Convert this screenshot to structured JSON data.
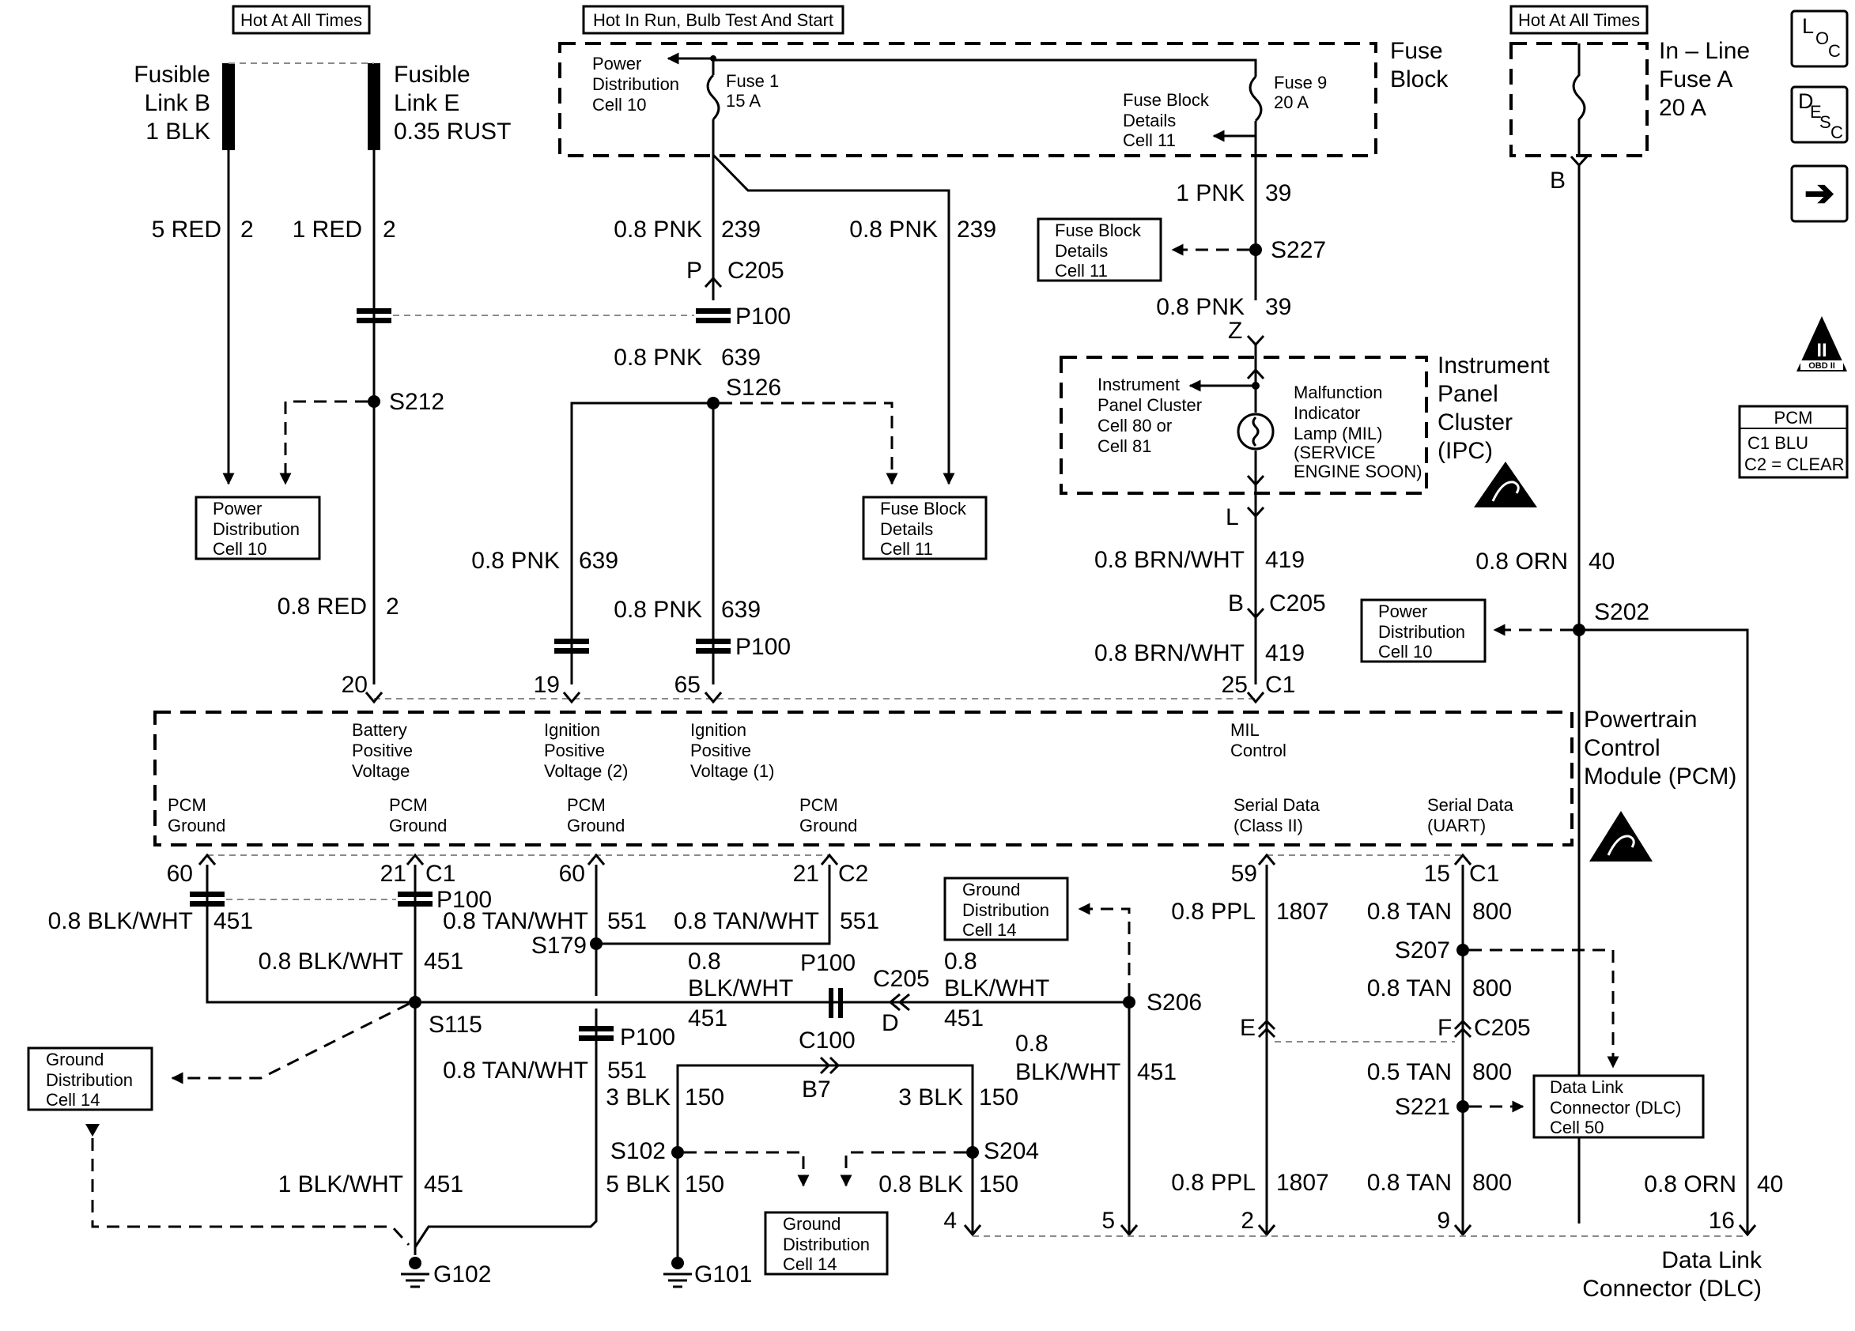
{
  "hot_labels": {
    "always_left": "Hot At All Times",
    "run": "Hot In Run, Bulb Test And Start",
    "always_right": "Hot At All Times"
  },
  "fusible": {
    "b": [
      "Fusible",
      "Link B",
      "1 BLK"
    ],
    "e": [
      "Fusible",
      "Link E",
      "0.35 RUST"
    ]
  },
  "fuse_block": {
    "title": [
      "Fuse",
      "Block"
    ],
    "pd": [
      "Power",
      "Distribution",
      "Cell 10"
    ],
    "fuse1": [
      "Fuse 1",
      "15 A"
    ],
    "fuse9": [
      "Fuse 9",
      "20 A"
    ],
    "fbd": [
      "Fuse Block",
      "Details",
      "Cell 11"
    ]
  },
  "inline_fuse": [
    "In – Line",
    "Fuse A",
    "20 A"
  ],
  "side_icons": {
    "loc": [
      "L",
      "O",
      "C"
    ],
    "desc": [
      "D",
      "E",
      "S",
      "C"
    ],
    "next": "➔",
    "obd": [
      "II",
      "OBD II"
    ]
  },
  "pcm_legend": {
    "title": "PCM",
    "c1": "C1   BLU",
    "c2": "C2 = CLEAR"
  },
  "ref_boxes": {
    "pd10_left": [
      "Power",
      "Distribution",
      "Cell 10"
    ],
    "fbd11_mid": [
      "Fuse Block",
      "Details",
      "Cell 11"
    ],
    "fbd11_right": [
      "Fuse Block",
      "Details",
      "Cell 11"
    ],
    "pd10_right": [
      "Power",
      "Distribution",
      "Cell 10"
    ],
    "gd14_mid": [
      "Ground",
      "Distribution",
      "Cell 14"
    ],
    "gd14_left": [
      "Ground",
      "Distribution",
      "Cell 14"
    ],
    "gd14_bottom": [
      "Ground",
      "Distribution",
      "Cell 14"
    ],
    "dlc50": [
      "Data Link",
      "Connector (DLC)",
      "Cell 50"
    ]
  },
  "ipc": {
    "title": [
      "Instrument",
      "Panel",
      "Cluster",
      "(IPC)"
    ],
    "cell": [
      "Instrument",
      "Panel Cluster",
      "Cell 80 or",
      "Cell 81"
    ],
    "mil": [
      "Malfunction",
      "Indicator",
      "Lamp (MIL)",
      "(SERVICE",
      "ENGINE SOON)"
    ]
  },
  "pcm": {
    "title": [
      "Powertrain",
      "Control",
      "Module (PCM)"
    ],
    "bat": [
      "Battery",
      "Positive",
      "Voltage"
    ],
    "ign2": [
      "Ignition",
      "Positive",
      "Voltage (2)"
    ],
    "ign1": [
      "Ignition",
      "Positive",
      "Voltage (1)"
    ],
    "mil": [
      "MIL",
      "Control"
    ],
    "gnd": [
      "PCM",
      "Ground"
    ],
    "sd2": [
      "Serial Data",
      "(Class II)"
    ],
    "sdu": [
      "Serial Data",
      "(UART)"
    ]
  },
  "dlc_title": [
    "Data Link",
    "Connector (DLC)"
  ],
  "wires": {
    "red5": "5 RED",
    "two": "2",
    "red1": "1 RED",
    "red08": "0.8 RED",
    "pnk08": "0.8 PNK",
    "c239": "239",
    "c639": "639",
    "pnk1": "1 PNK",
    "c39": "39",
    "brnwht": "0.8 BRN/WHT",
    "c419": "419",
    "orn": "0.8 ORN",
    "c40": "40",
    "blkwht08": "0.8 BLK/WHT",
    "blkwht1": "1 BLK/WHT",
    "c451": "451",
    "o8": "0.8",
    "blkwht": "BLK/WHT",
    "tanwht": "0.8 TAN/WHT",
    "c551": "551",
    "blk3": "3 BLK",
    "blk5": "5 BLK",
    "blk08": "0.8 BLK",
    "c150": "150",
    "ppl": "0.8 PPL",
    "c1807": "1807",
    "tan08": "0.8 TAN",
    "tan05": "0.5 TAN",
    "c800": "800"
  },
  "connectors": {
    "P": "P",
    "C205": "C205",
    "P100": "P100",
    "C1": "C1",
    "C2": "C2",
    "C100": "C100",
    "B7": "B7",
    "D": "D",
    "E": "E",
    "F": "F",
    "Z": "Z",
    "L": "L",
    "B": "B"
  },
  "pins": {
    "p20": "20",
    "p19": "19",
    "p65": "65",
    "p25": "25",
    "p60": "60",
    "p21": "21",
    "p59": "59",
    "p15": "15",
    "d4": "4",
    "d5": "5",
    "d2": "2",
    "d9": "9",
    "d16": "16"
  },
  "splices": {
    "S212": "S212",
    "S126": "S126",
    "S227": "S227",
    "S202": "S202",
    "S179": "S179",
    "S115": "S115",
    "S206": "S206",
    "S207": "S207",
    "S221": "S221",
    "S102": "S102",
    "S204": "S204"
  },
  "grounds": {
    "G102": "G102",
    "G101": "G101"
  }
}
